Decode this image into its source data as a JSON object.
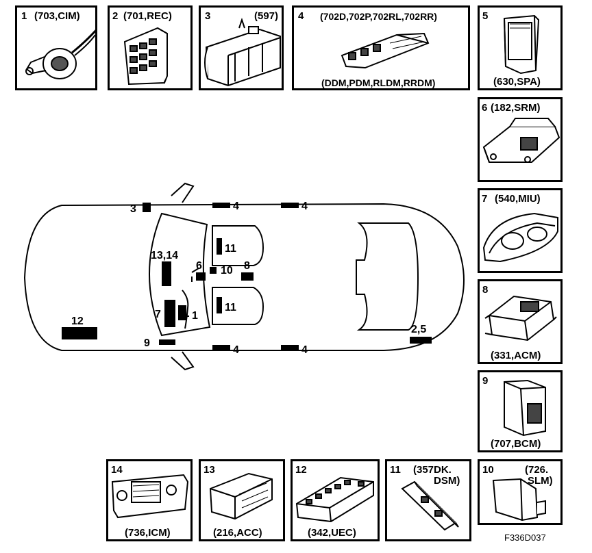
{
  "boxes": [
    {
      "num": "1",
      "label": "(703,CIM)",
      "icon": "steering-clockspring-icon"
    },
    {
      "num": "2",
      "label": "(701,REC)",
      "icon": "radio-receiver-icon"
    },
    {
      "num": "3",
      "label": "(597)",
      "icon": "tank-module-icon"
    },
    {
      "num": "4",
      "label": "(702D,702P,702RL,702RR)",
      "caption": "(DDM,PDM,RLDM,RRDM)",
      "icon": "door-module-icon"
    },
    {
      "num": "5",
      "caption": "(630,SPA)",
      "icon": "parking-assist-module-icon"
    },
    {
      "num": "6",
      "label": "(182,SRM)",
      "icon": "sunroof-module-icon"
    },
    {
      "num": "7",
      "label": "(540,MIU)",
      "icon": "instrument-cluster-icon"
    },
    {
      "num": "8",
      "caption": "(331,ACM)",
      "icon": "airbag-control-module-icon"
    },
    {
      "num": "9",
      "caption": "(707,BCM)",
      "icon": "body-control-module-icon"
    },
    {
      "num": "10",
      "label": "(726.",
      "label2": "SLM)",
      "icon": "steering-lock-module-icon"
    },
    {
      "num": "11",
      "label": "(357DK.",
      "label2": "DSM)",
      "icon": "driver-seat-module-icon"
    },
    {
      "num": "12",
      "caption": "(342,UEC)",
      "icon": "fuse-box-icon"
    },
    {
      "num": "13",
      "caption": "(216,ACC)",
      "icon": "climate-control-icon"
    },
    {
      "num": "14",
      "caption": "(736,ICM)",
      "icon": "infotainment-control-icon"
    }
  ],
  "car_markers": {
    "m3": "3",
    "m4a": "4",
    "m4b": "4",
    "m4c": "4",
    "m4d": "4",
    "m11a": "11",
    "m11b": "11",
    "m13_14": "13,14",
    "m6": "6",
    "m10": "10",
    "m8": "8",
    "m7": "7",
    "m1": "1",
    "m12": "12",
    "m9": "9",
    "m2_5": "2,5"
  },
  "figure_id": "F336D037"
}
